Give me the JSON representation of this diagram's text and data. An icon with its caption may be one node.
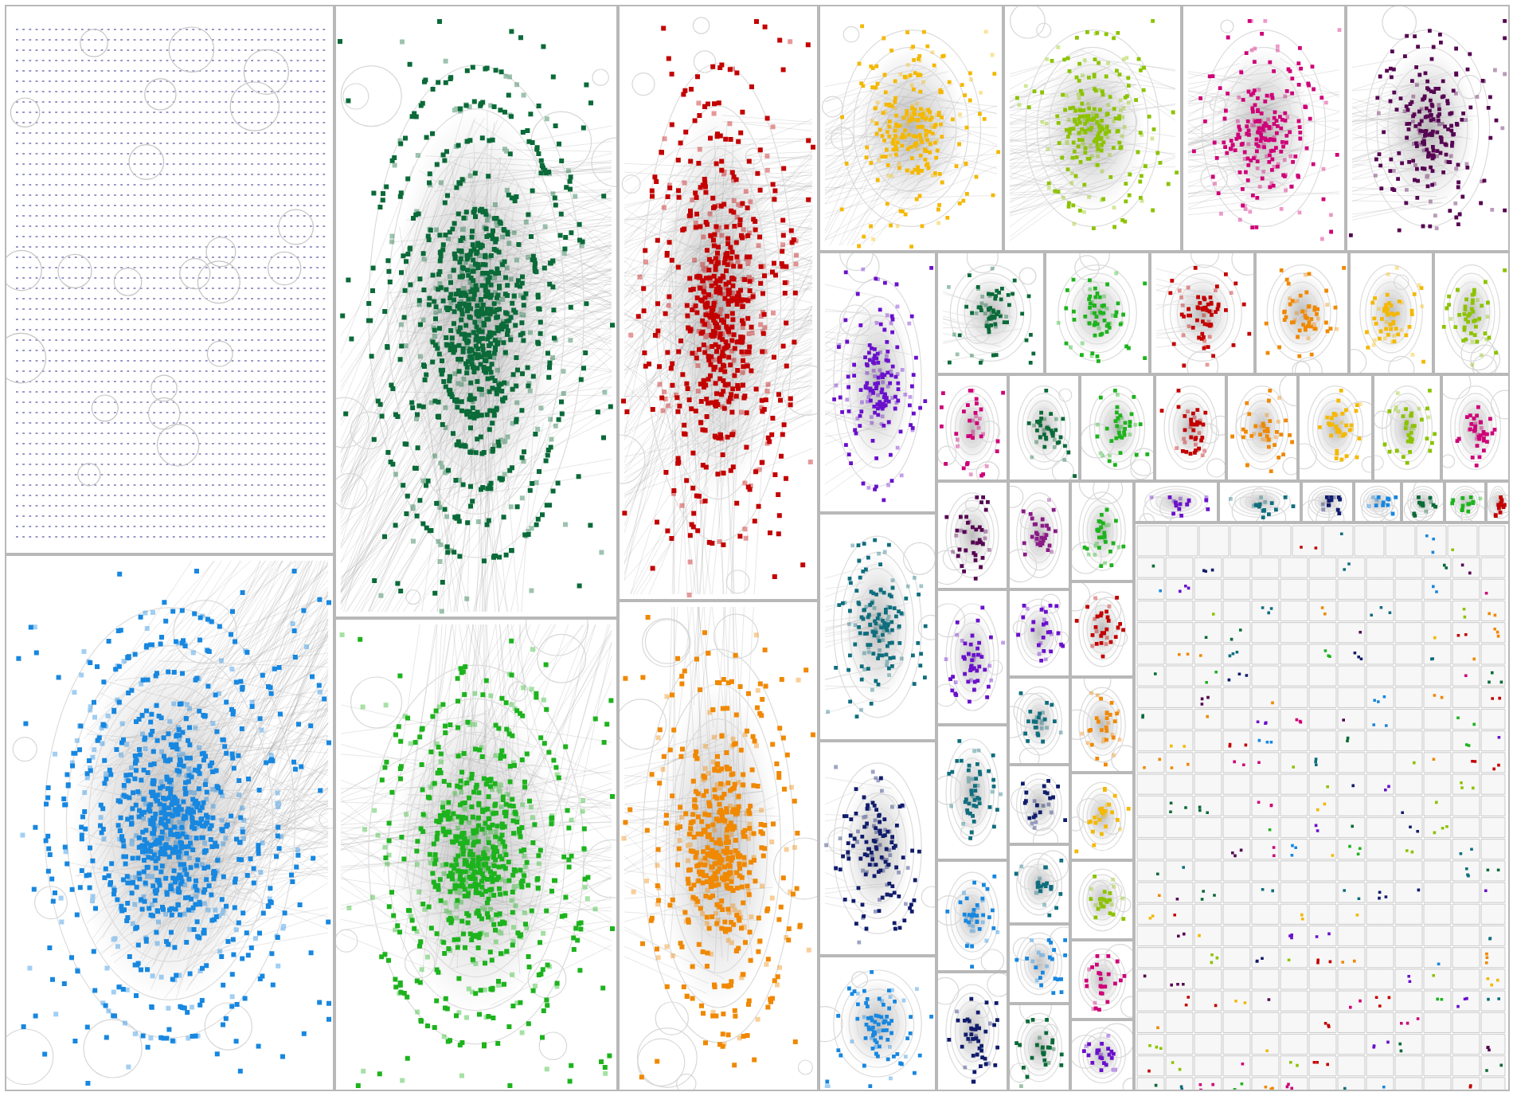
{
  "diagram": {
    "nodes": [
      {
        "text": [],
        "shape": "box"
      },
      {
        "text": [],
        "shape": "box"
      },
      {
        "text": [],
        "shape": "box"
      },
      {
        "text": [],
        "shape": "box"
      },
      {
        "text": [],
        "shape": "box"
      },
      {
        "text": [],
        "shape": "box"
      },
      {
        "text": [],
        "shape": "box"
      },
      {
        "text": [],
        "shape": "box"
      },
      {
        "text": [],
        "shape": "box"
      },
      {
        "text": [],
        "shape": "box"
      },
      {
        "text": [],
        "shape": "box"
      },
      {
        "text": [],
        "shape": "box"
      },
      {
        "text": [],
        "shape": "box"
      },
      {
        "text": [],
        "shape": "box"
      },
      {
        "text": [],
        "shape": "box"
      },
      {
        "text": [],
        "shape": "box"
      },
      {
        "text": [],
        "shape": "box"
      },
      {
        "text": [],
        "shape": "box"
      },
      {
        "text": [],
        "shape": "box"
      },
      {
        "text": [],
        "shape": "box"
      },
      {
        "text": [],
        "shape": "box"
      },
      {
        "text": [],
        "shape": "box"
      },
      {
        "text": [],
        "shape": "box"
      },
      {
        "text": [],
        "shape": "box"
      },
      {
        "text": [],
        "shape": "box"
      },
      {
        "text": [],
        "shape": "box"
      },
      {
        "text": [],
        "shape": "box"
      },
      {
        "text": [],
        "shape": "box"
      },
      {
        "text": [],
        "shape": "box"
      },
      {
        "text": [],
        "shape": "box"
      },
      {
        "text": [],
        "shape": "box"
      },
      {
        "text": [],
        "shape": "box"
      },
      {
        "text": [],
        "shape": "box"
      },
      {
        "text": [],
        "shape": "box"
      },
      {
        "text": [],
        "shape": "box"
      },
      {
        "text": [],
        "shape": "box"
      },
      {
        "text": [],
        "shape": "box"
      },
      {
        "text": [],
        "shape": "box"
      },
      {
        "text": [],
        "shape": "box"
      },
      {
        "text": [],
        "shape": "box"
      },
      {
        "text": [],
        "shape": "box"
      },
      {
        "text": [],
        "shape": "box"
      },
      {
        "text": [],
        "shape": "box"
      },
      {
        "text": [],
        "shape": "box"
      },
      {
        "text": [],
        "shape": "box"
      },
      {
        "text": [],
        "shape": "box"
      },
      {
        "text": [],
        "shape": "box"
      },
      {
        "text": [],
        "shape": "box"
      },
      {
        "text": [],
        "shape": "box"
      },
      {
        "text": [],
        "shape": "box"
      },
      {
        "text": [],
        "shape": "box"
      },
      {
        "text": [],
        "shape": "box"
      },
      {
        "text": [],
        "shape": "box"
      },
      {
        "text": [],
        "shape": "box"
      },
      {
        "text": [],
        "shape": "box"
      }
    ]
  }
}
